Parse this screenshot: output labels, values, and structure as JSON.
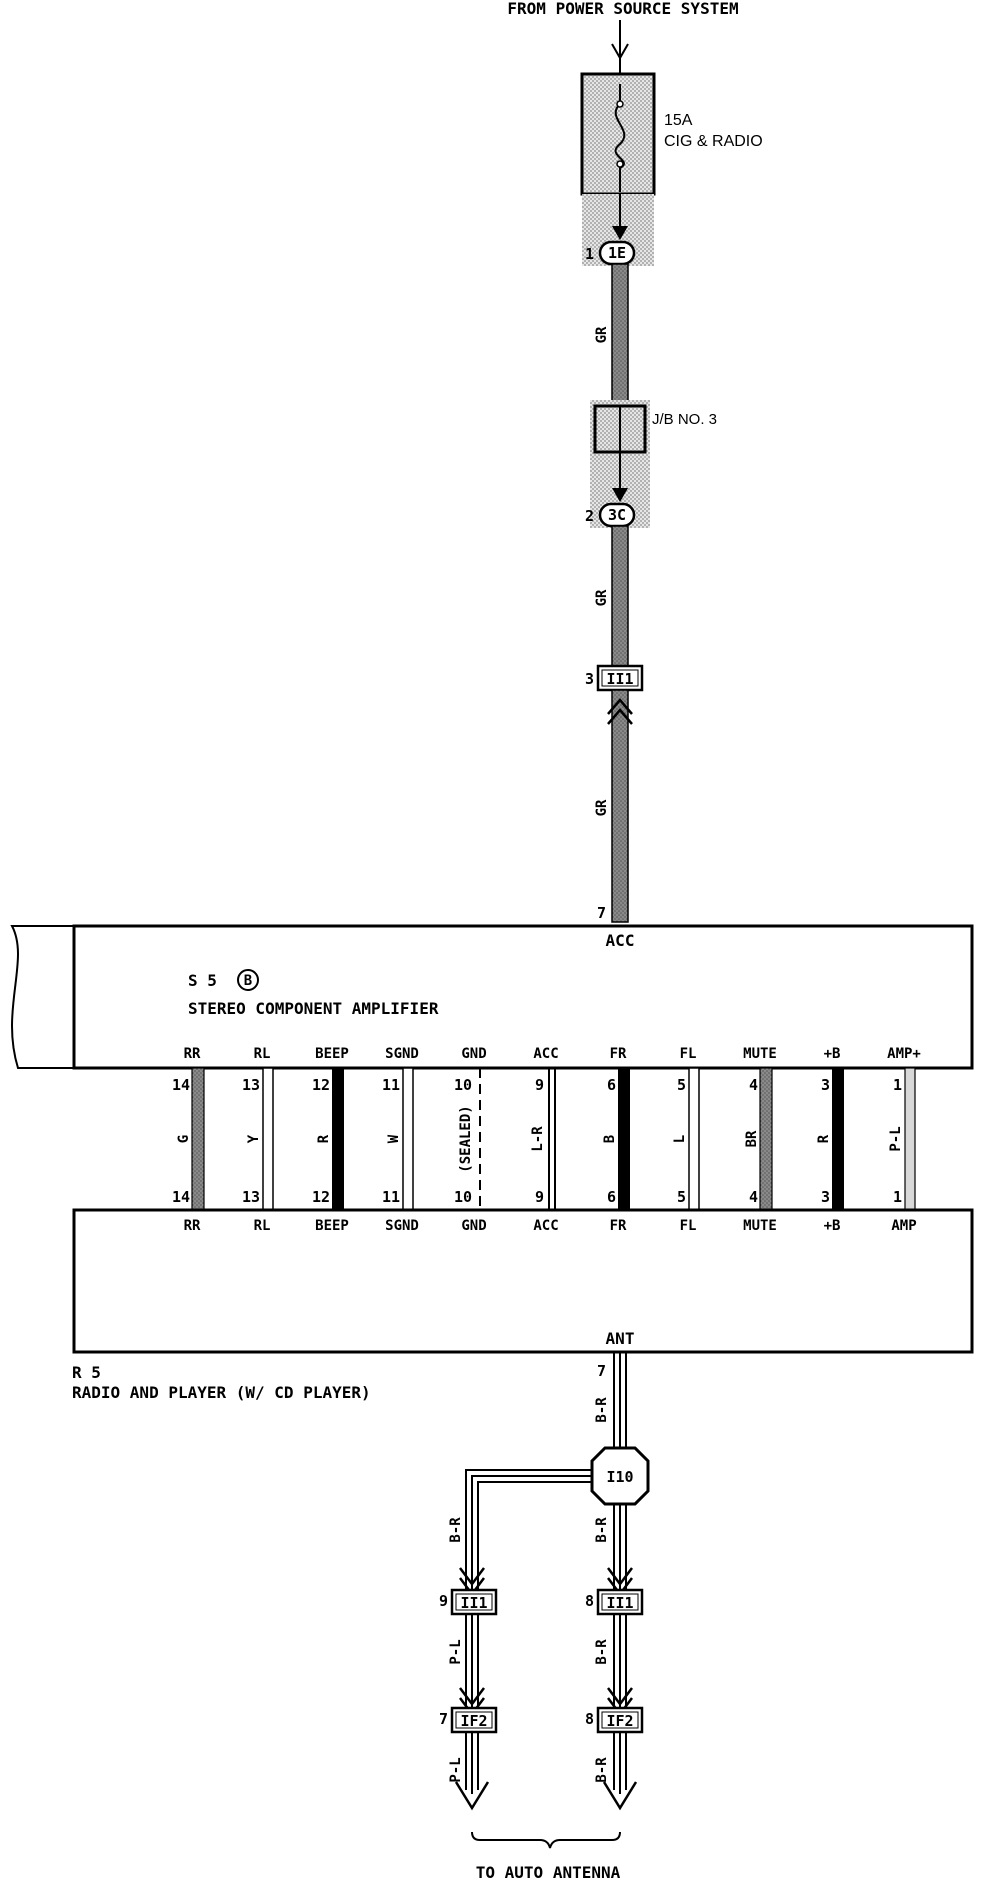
{
  "header": {
    "source_label": "FROM POWER SOURCE SYSTEM",
    "bottom_label": "TO AUTO ANTENNA"
  },
  "fuse": {
    "rating": "15A",
    "name": "CIG & RADIO"
  },
  "connectors": {
    "c1": {
      "pin": "1",
      "code": "1E"
    },
    "jb": {
      "label": "J/B  NO. 3"
    },
    "c2": {
      "pin": "2",
      "code": "3C"
    },
    "c3": {
      "pin": "3",
      "code": "II1"
    },
    "i10": {
      "code": "I10"
    },
    "left_ii1": {
      "pin": "9",
      "code": "II1"
    },
    "left_if2": {
      "pin": "7",
      "code": "IF2"
    },
    "right_ii1": {
      "pin": "8",
      "code": "II1"
    },
    "right_if2": {
      "pin": "8",
      "code": "IF2"
    }
  },
  "wires": {
    "gr1": "GR",
    "gr2": "GR",
    "gr3": "GR",
    "br1": "B-R",
    "br_left": "B-R",
    "br_right": "B-R",
    "pl_left1": "P-L",
    "pl_left2": "P-L",
    "br_right2": "B-R",
    "br_right3": "B-R"
  },
  "amplifier": {
    "code": "S 5",
    "code_badge": "B",
    "name": "STEREO COMPONENT AMPLIFIER",
    "acc_pin": "7",
    "acc_label": "ACC",
    "terminals": [
      {
        "top": "RR",
        "pin": "14",
        "wire": "G",
        "bottom": "RR"
      },
      {
        "top": "RL",
        "pin": "13",
        "wire": "Y",
        "bottom": "RL"
      },
      {
        "top": "BEEP",
        "pin": "12",
        "wire": "R",
        "bottom": "BEEP"
      },
      {
        "top": "SGND",
        "pin": "11",
        "wire": "W",
        "bottom": "SGND"
      },
      {
        "top": "GND",
        "pin": "10",
        "wire": "(SEALED)",
        "bottom": "GND"
      },
      {
        "top": "ACC",
        "pin": "9",
        "wire": "L-R",
        "bottom": "ACC"
      },
      {
        "top": "FR",
        "pin": "6",
        "wire": "B",
        "bottom": "FR"
      },
      {
        "top": "FL",
        "pin": "5",
        "wire": "L",
        "bottom": "FL"
      },
      {
        "top": "MUTE",
        "pin": "4",
        "wire": "BR",
        "bottom": "MUTE"
      },
      {
        "top": "+B",
        "pin": "3",
        "wire": "R",
        "bottom": "+B"
      },
      {
        "top": "AMP+",
        "pin": "1",
        "wire": "P-L",
        "bottom": "AMP"
      }
    ]
  },
  "radio": {
    "code": "R 5",
    "name": "RADIO AND PLAYER (W/ CD PLAYER)",
    "ant_label": "ANT",
    "ant_pin": "7"
  },
  "colors": {
    "ink": "#000000",
    "wire_gray": "#7a7a7a",
    "shade": "#cfcfcf"
  }
}
